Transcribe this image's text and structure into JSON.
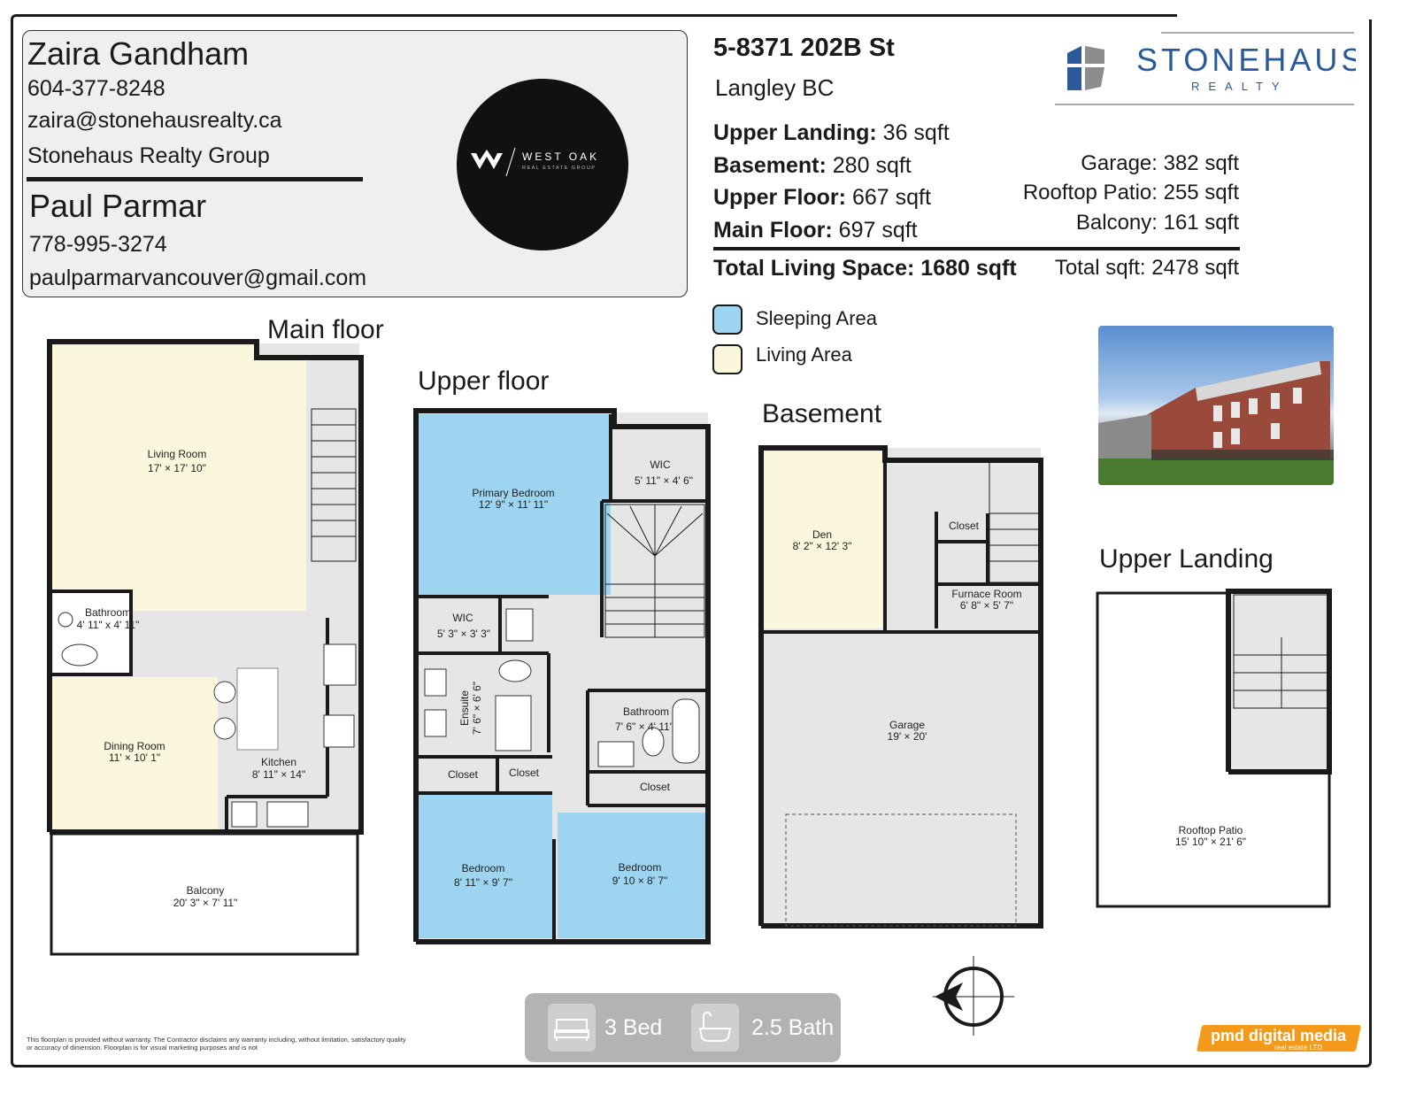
{
  "agents": [
    {
      "name": "Zaira Gandham",
      "phone": "604-377-8248",
      "email": "zaira@stonehausrealty.ca",
      "company": "Stonehaus Realty Group"
    },
    {
      "name": "Paul Parmar",
      "phone": "778-995-3274",
      "email": "paulparmarvancouver@gmail.com"
    }
  ],
  "west_oak_logo": {
    "wordmark": "WEST OAK",
    "tagline": "REAL ESTATE GROUP"
  },
  "brand": {
    "name": "STONEHAUS",
    "sub": "REALTY",
    "color": "#2a5a9a"
  },
  "address": {
    "line1": "5-8371 202B St",
    "line2": "Langley BC"
  },
  "areas": {
    "upper_landing": {
      "label": "Upper Landing:",
      "value": "36 sqft"
    },
    "basement": {
      "label": "Basement:",
      "value": "280 sqft"
    },
    "upper_floor": {
      "label": "Upper Floor:",
      "value": "667 sqft"
    },
    "main_floor": {
      "label": "Main Floor:",
      "value": "697 sqft"
    },
    "garage": "Garage: 382 sqft",
    "rooftop_patio": "Rooftop Patio: 255 sqft",
    "balcony": "Balcony: 161 sqft",
    "total_living": "Total Living Space: 1680 sqft",
    "total_sqft": "Total sqft: 2478 sqft"
  },
  "legend": [
    {
      "label": "Sleeping Area",
      "color": "#9dd5f0"
    },
    {
      "label": "Living Area",
      "color": "#faf7dc"
    }
  ],
  "floor_titles": {
    "main": "Main floor",
    "upper": "Upper floor",
    "basement": "Basement",
    "landing": "Upper Landing"
  },
  "rooms": {
    "living_room": [
      "Living Room",
      "17' × 17' 10\""
    ],
    "bathroom_main": [
      "Bathroom",
      "4' 11\" x 4' 11\""
    ],
    "dining_room": [
      "Dining Room",
      "11' × 10' 1\""
    ],
    "kitchen": [
      "Kitchen",
      "8' 11\" × 14\""
    ],
    "balcony": [
      "Balcony",
      "20' 3\" × 7' 11\""
    ],
    "primary_bedroom": [
      "Primary Bedroom",
      "12' 9\" × 11' 11\""
    ],
    "wic_upper": [
      "WIC",
      "5' 11\" × 4' 6\""
    ],
    "wic_lower": [
      "WIC",
      "5' 3\" × 3' 3\""
    ],
    "ensuite": [
      "Ensuite",
      "7' 6\" × 6' 6\""
    ],
    "bathroom_upper": [
      "Bathroom",
      "7' 6\" × 4' 11\""
    ],
    "closet": "Closet",
    "bedroom_left": [
      "Bedroom",
      "8' 11\" × 9' 7\""
    ],
    "bedroom_right": [
      "Bedroom",
      "9' 10 × 8' 7\""
    ],
    "den": [
      "Den",
      "8' 2\" × 12' 3\""
    ],
    "furnace_room": [
      "Furnace Room",
      "6' 8\" × 5' 7\""
    ],
    "garage": [
      "Garage",
      "19' × 20'"
    ],
    "rooftop_patio": [
      "Rooftop Patio",
      "15' 10\" × 21' 6\""
    ]
  },
  "stats": {
    "beds": "3 Bed",
    "baths": "2.5 Bath"
  },
  "disclaimer": "This floorplan is provided without warranty. The Contractor disclaims any warranty including, without limitation, satisfactory quality or accuracy of dimension. Floorplan is for visual marketing purposes and is not",
  "pmd": {
    "name": "pmd digital media",
    "sub": "real estate LTD"
  },
  "colors": {
    "sleeping": "#9dd5f0",
    "living": "#faf7dc",
    "floor": "#e6e6e6",
    "wall": "#1a1a1a"
  }
}
